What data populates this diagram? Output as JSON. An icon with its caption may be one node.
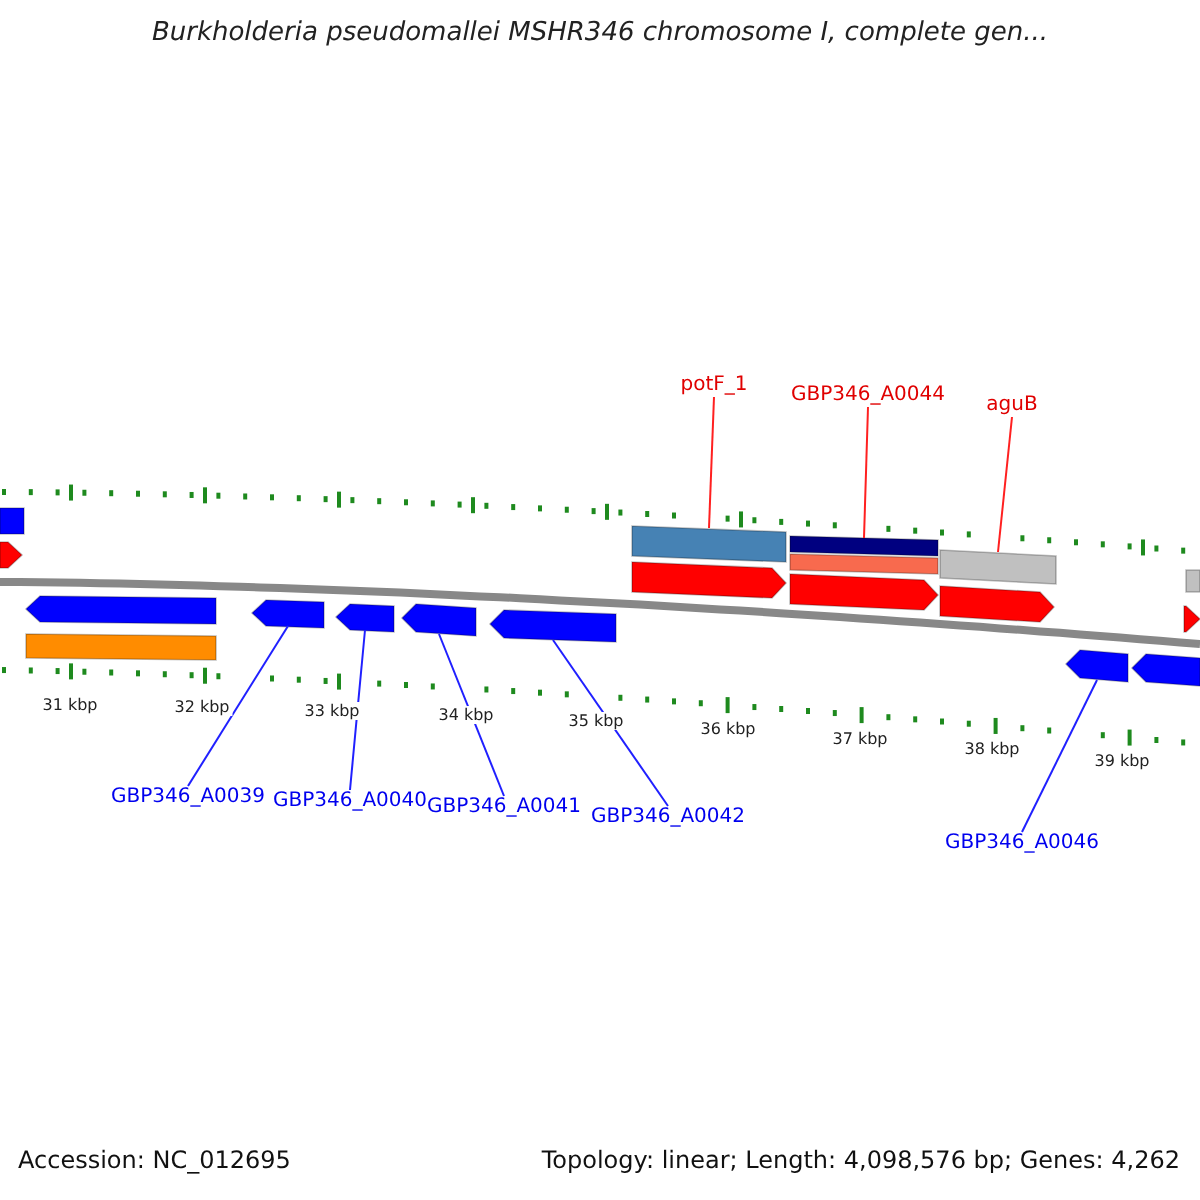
{
  "diagram": {
    "title": "Burkholderia pseudomallei MSHR346 chromosome I, complete gen...",
    "nodes": [
      {
        "text": [
          "potF_1"
        ]
      },
      {
        "text": [
          "GBP346_A0044"
        ]
      },
      {
        "text": [
          "aguB"
        ]
      },
      {
        "text": [],
        "shape": "bar"
      },
      {
        "text": [],
        "shape": "bar"
      },
      {
        "text": [],
        "shape": "bar"
      },
      {
        "text": [],
        "shape": "bar"
      },
      {
        "text": [],
        "shape": "bar"
      },
      {
        "text": [],
        "shape": "bar"
      },
      {
        "text": [],
        "shape": "arrow"
      },
      {
        "text": [],
        "shape": "arrow"
      },
      {
        "text": [],
        "shape": "arrow"
      },
      {
        "text": [],
        "shape": "arrow"
      },
      {
        "text": [],
        "shape": "arrow"
      },
      {
        "text": [],
        "shape": "arrow"
      },
      {
        "text": [],
        "shape": "arrow"
      },
      {
        "text": [],
        "shape": "arrow"
      },
      {
        "text": [],
        "shape": "arrow"
      },
      {
        "text": [],
        "shape": "arrow"
      },
      {
        "text": [],
        "shape": "arrow"
      },
      {
        "text": [],
        "shape": "arrow"
      },
      {
        "text": [],
        "shape": "bar"
      },
      {
        "text": [
          "GBP346_A0039"
        ]
      },
      {
        "text": [
          "GBP346_A0040"
        ]
      },
      {
        "text": [
          "GBP346_A0041"
        ]
      },
      {
        "text": [
          "GBP346_A0042"
        ]
      },
      {
        "text": [
          "GBP346_A0046"
        ]
      }
    ],
    "edges": [
      {
        "from": 0,
        "to": 4,
        "arrow": "none",
        "color": "#ff2020"
      },
      {
        "from": 1,
        "to": 5,
        "arrow": "none",
        "color": "#ff2020"
      },
      {
        "from": 2,
        "to": 6,
        "arrow": "none",
        "color": "#ff2020"
      },
      {
        "from": 22,
        "to": 15,
        "arrow": "none"
      },
      {
        "from": 23,
        "to": 16,
        "arrow": "none"
      },
      {
        "from": 24,
        "to": 17,
        "arrow": "none"
      },
      {
        "from": 25,
        "to": 18,
        "arrow": "none"
      },
      {
        "from": 26,
        "to": 19,
        "arrow": "none"
      }
    ],
    "labels": [
      "31 kbp",
      "32 kbp",
      "33 kbp",
      "34 kbp",
      "35 kbp",
      "36 kbp",
      "37 kbp",
      "38 kbp",
      "39 kbp",
      "Accession: NC_012695",
      "Topology: linear; Length: 4,098,576 bp; Genes: 4,262"
    ]
  }
}
